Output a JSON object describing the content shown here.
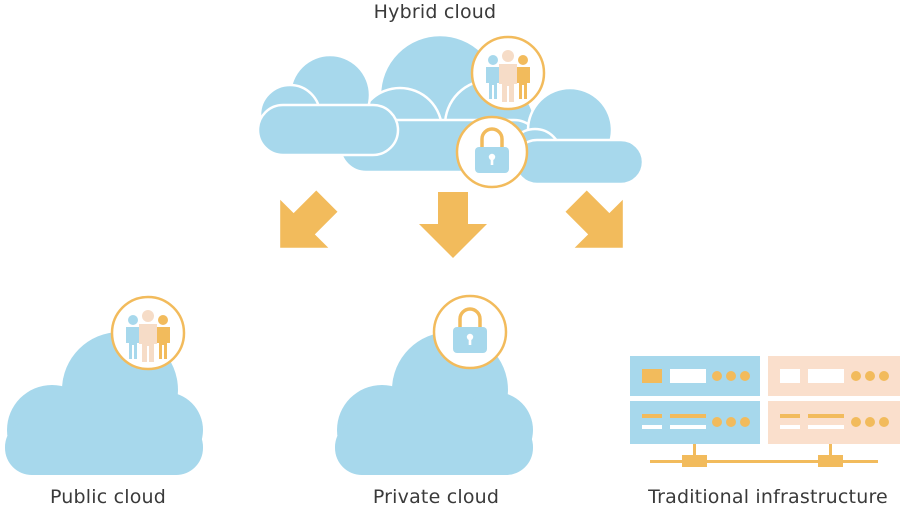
{
  "labels": {
    "hybrid": "Hybrid cloud",
    "public": "Public cloud",
    "private": "Private cloud",
    "traditional": "Traditional infrastructure"
  },
  "icons": {
    "people": "people-group-icon",
    "lock": "padlock-icon",
    "arrow": "arrow-icon",
    "server": "server-rack-icon",
    "cloud": "cloud-icon"
  },
  "colors": {
    "cloud": "#a7d8ec",
    "accent": "#f2bb5c",
    "server_blue": "#a7d8ec",
    "server_peach": "#fadfcc",
    "person_peach": "#f6dcc7",
    "text": "#3a3a3a"
  }
}
